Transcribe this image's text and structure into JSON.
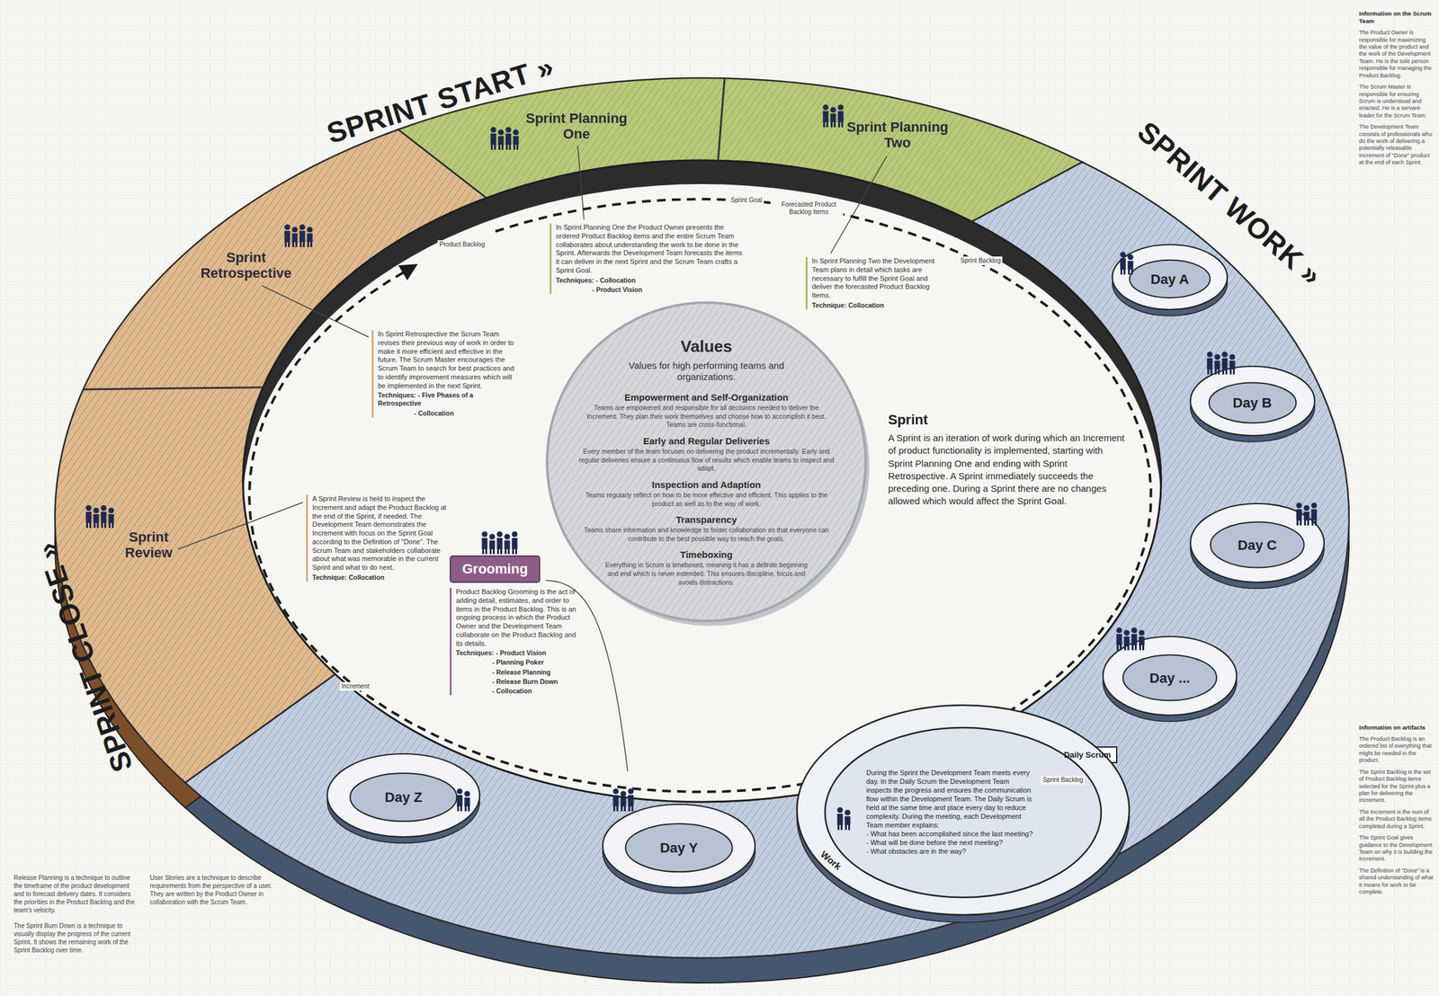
{
  "diagram": {
    "nodes": [
      {
        "text": [
          "Sprint Planning One"
        ]
      },
      {
        "text": [
          "Sprint Planning Two"
        ]
      },
      {
        "text": [
          "Sprint Retrospective"
        ]
      },
      {
        "text": [
          "Values",
          "Values for high performing teams and organizations.",
          "Empowerment and Self-Organization",
          "Teams are empowered and responsible for all decisions needed to deliver the Increment. They plan their work themselves and choose how to accomplish it best. Teams are cross-functional.",
          "Early and Regular Deliveries",
          "Every member of the team focuses on delivering the product incrementally. Early and regular deliveries ensure a continuous flow of results which enable teams to inspect and adapt.",
          "Inspection and Adaption",
          "Teams regularly reflect on how to be more effective and efficient. This applies to the product as well as to the way of work.",
          "Transparency",
          "Teams share information and knowledge to foster collaboration so that everyone can contribute to the best possible way to reach the goals.",
          "Timeboxing",
          "Everything in Scrum is timeboxed, meaning it has a definite beginning and end which is never extended. This ensures discipline, focus and avoids distractions."
        ]
      },
      {
        "text": [
          "Day A"
        ]
      },
      {
        "text": [
          "Day B"
        ]
      },
      {
        "text": [
          "Sprint Review"
        ]
      },
      {
        "text": [
          "Day C"
        ]
      },
      {
        "text": [
          "Grooming"
        ]
      },
      {
        "text": [
          "Day ..."
        ]
      },
      {
        "text": [
          "Work",
          "During the Sprint the Development Team meets every day. In the Daily Scrum the Development Team inspects the progress and ensures the communication flow within the Development Team. The Daily Scrum is held at the same time and place every day to reduce complexity. During the meeting, each Development Team member explains:",
          "- What has been accomplished since the last meeting?",
          "- What will be done before the next meeting?",
          "- What obstacles are in the way?"
        ]
      },
      {
        "text": [
          "Daily Scrum"
        ],
        "in": 10
      },
      {
        "text": [
          "Day Z"
        ]
      },
      {
        "text": [
          "Day Y"
        ]
      }
    ],
    "labels": [
      "SPRINT START »",
      "SPRINT WORK »",
      "SPRINT CLOSE »",
      "Product Backlog",
      "Sprint Goal",
      "Forecasted Product Backlog Items",
      "Sprint Backlog",
      "In Sprint Planning One the Product Owner presents the ordered Product Backlog items and the entire Scrum Team collaborates about understanding the work to be done in the Sprint. Afterwards the Development Team forecasts the items it can deliver in the next Sprint and the Scrum Team crafts a Sprint Goal.",
      "Techniques: - Collocation",
      "- Product Vision",
      "In Sprint Planning Two the Development Team plans in detail which tasks are necessary to fulfill the Sprint Goal and deliver the forecasted Product Backlog Items.",
      "Technique: Collocation",
      "In Sprint Retrospective the Scrum Team revises their previous way of work in order to make it more efficient and effective in the future. The Scrum Master encourages the Scrum Team to search for best practices and to identify improvement measures which will be implemented in the next Sprint.",
      "Techniques: - Five Phases of a Retrospective",
      "- Collocation",
      "Sprint",
      "A Sprint is an iteration of work during which an Increment of product functionality is implemented, starting with Sprint Planning One and ending with Sprint Retrospective. A Sprint immediately succeeds the preceding one. During a Sprint there are no changes allowed which would affect the Sprint Goal.",
      "A Sprint Review is held to inspect the Increment and adapt the Product Backlog at the end of the Sprint, if needed. The Development Team demonstrates the Increment with focus on the Sprint Goal according to the Definition of \"Done\". The Scrum Team and stakeholders collaborate about what was memorable in the current Sprint and what to do next.",
      "Technique: Collocation",
      "Increment",
      "Product Backlog Grooming is the act of adding detail, estimates, and order to items in the Product Backlog. This is an ongoing process in which the Product Owner and the Development Team collaborate on the Product Backlog and its details.",
      "Techniques: - Product Vision",
      "- Planning Poker",
      "- Release Planning",
      "- Release Burn Down",
      "- Collocation",
      "Sprint Backlog",
      "Information on the Scrum Team",
      "The Product Owner is responsible for maximizing the value of the product and the work of the Development Team. He is the sole person responsible for managing the Product Backlog.",
      "The Scrum Master is responsible for ensuring Scrum is understood and enacted. He is a servant-leader for the Scrum Team.",
      "The Development Team consists of professionals who do the work of delivering a potentially releasable Increment of \"Done\" product at the end of each Sprint.",
      "Information on artifacts",
      "The Product Backlog is an ordered list of everything that might be needed in the product.",
      "The Sprint Backlog is the set of Product Backlog items selected for the Sprint plus a plan for delivering the Increment.",
      "The Increment is the sum of all the Product Backlog items completed during a Sprint.",
      "The Sprint Goal gives guidance to the Development Team on why it is building the Increment.",
      "The Definition of \"Done\" is a shared understanding of what it means for work to be complete.",
      "Release Planning is a technique to outline the timeframe of the product development and to forecast delivery dates. It considers the priorities in the Product Backlog and the team's velocity.",
      "The Sprint Burn Down is a technique to visually display the progress of the current Sprint. It shows the remaining work of the Sprint Backlog over time.",
      "User Stories are a technique to describe requirements from the perspective of a user. They are written by the Product Owner in collaboration with the Scrum Team."
    ]
  }
}
